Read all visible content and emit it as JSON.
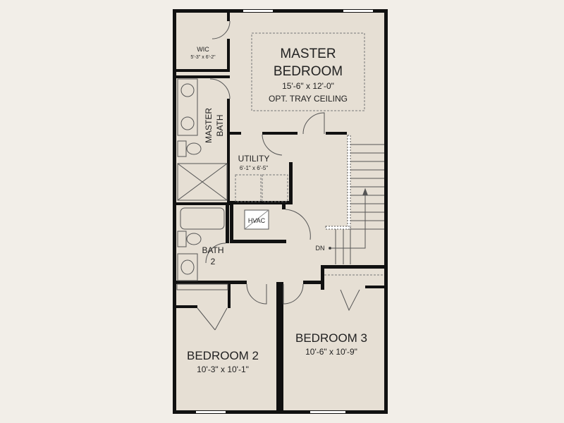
{
  "colors": {
    "background": "#f2eee8",
    "floor": "#e6dfd4",
    "wall": "#111111"
  },
  "rooms": {
    "master_bedroom": {
      "name_line1": "MASTER",
      "name_line2": "BEDROOM",
      "size": "15'-6\" x 12'-0\"",
      "note": "OPT. TRAY CEILING"
    },
    "wic": {
      "name": "WIC",
      "size": "5'-3\" x 6'-2\""
    },
    "master_bath": {
      "name_line1": "MASTER",
      "name_line2": "BATH"
    },
    "utility": {
      "name": "UTILITY",
      "size": "6'-1\" x 6'-5\""
    },
    "hvac": {
      "name": "HVAC"
    },
    "bath2": {
      "name_line1": "BATH",
      "name_line2": "2"
    },
    "stairs": {
      "label": "DN"
    },
    "bedroom2": {
      "name": "BEDROOM 2",
      "size": "10'-3\" x 10'-1\""
    },
    "bedroom3": {
      "name": "BEDROOM 3",
      "size": "10'-6\" x 10'-9\""
    }
  }
}
